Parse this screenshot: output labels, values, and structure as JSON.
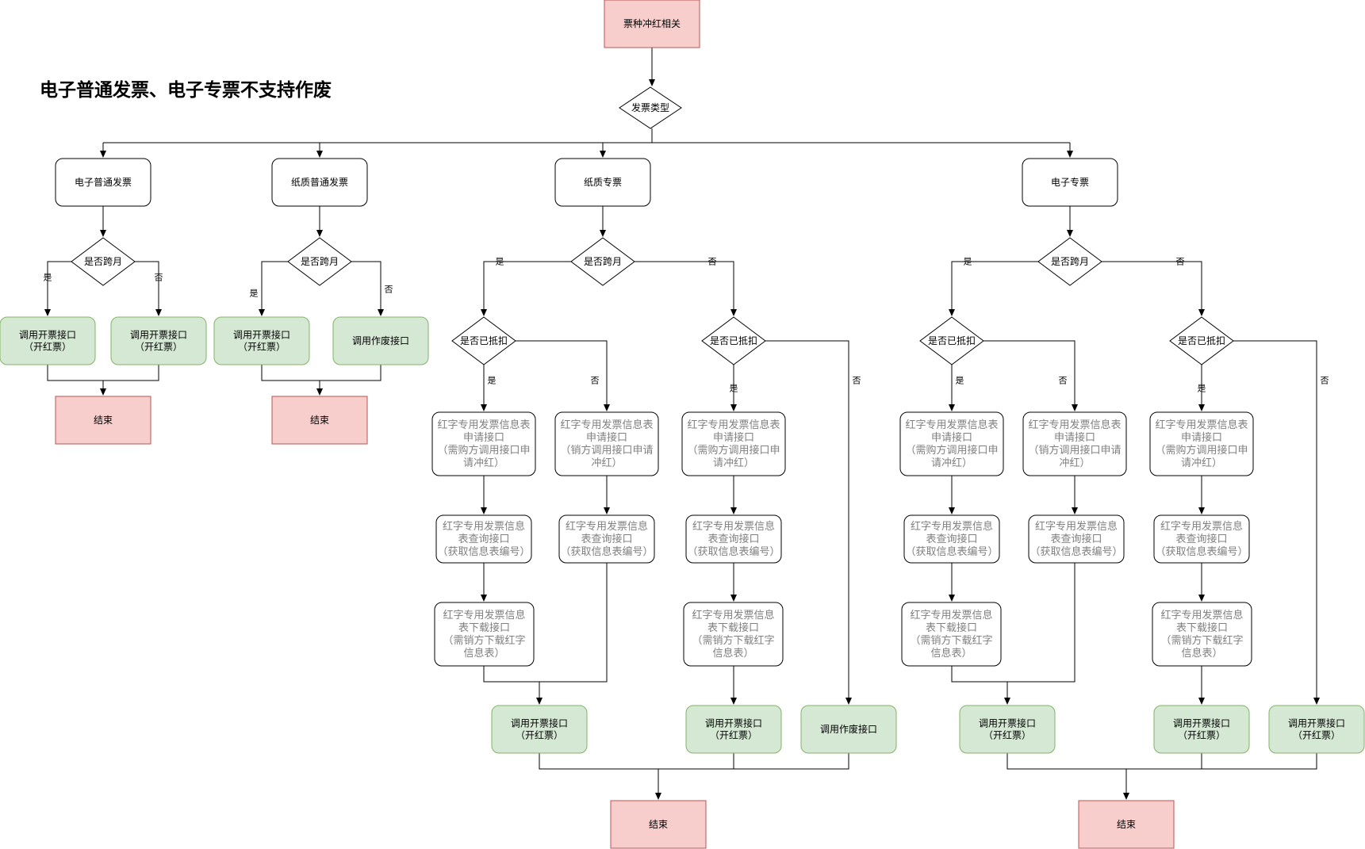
{
  "note": "电子普通发票、电子专票不支持作废",
  "colors": {
    "red_fill": "#f8cecc",
    "red_stroke": "#b85450",
    "green_fill": "#d5e8d4",
    "green_stroke": "#82b366",
    "grey_text": "#808080",
    "line": "#000000"
  },
  "nodes": [
    {
      "id": "start",
      "label": "票种冲红相关",
      "style": "red"
    },
    {
      "id": "type",
      "label": "发票类型",
      "shape": "diamond"
    },
    {
      "id": "e1",
      "label": "电子普通发票"
    },
    {
      "id": "e2",
      "label": "纸质普通发票"
    },
    {
      "id": "e3",
      "label": "纸质专票"
    },
    {
      "id": "e4",
      "label": "电子专票"
    },
    {
      "id": "d1",
      "label": "是否跨月",
      "shape": "diamond"
    },
    {
      "id": "d2",
      "label": "是否跨月",
      "shape": "diamond"
    },
    {
      "id": "d3",
      "label": "是否跨月",
      "shape": "diamond"
    },
    {
      "id": "d4",
      "label": "是否跨月",
      "shape": "diamond"
    },
    {
      "id": "g1a",
      "label": "调用开票接口\n（开红票）",
      "style": "green"
    },
    {
      "id": "g1b",
      "label": "调用开票接口\n（开红票）",
      "style": "green"
    },
    {
      "id": "g2a",
      "label": "调用开票接口\n（开红票）",
      "style": "green"
    },
    {
      "id": "g2b",
      "label": "调用作废接口",
      "style": "green"
    },
    {
      "id": "end1",
      "label": "结束",
      "style": "red"
    },
    {
      "id": "end2",
      "label": "结束",
      "style": "red"
    },
    {
      "id": "d3a",
      "label": "是否已抵扣",
      "shape": "diamond"
    },
    {
      "id": "d3b",
      "label": "是否已抵扣",
      "shape": "diamond"
    },
    {
      "id": "d4a",
      "label": "是否已抵扣",
      "shape": "diamond"
    },
    {
      "id": "d4b",
      "label": "是否已抵扣",
      "shape": "diamond"
    },
    {
      "id": "a1",
      "label": "红字专用发票信息表\n申请接口\n（需购方调用接口申\n请冲红）",
      "style": "grey"
    },
    {
      "id": "a2",
      "label": "红字专用发票信息表\n申请接口\n（销方调用接口申请\n冲红）",
      "style": "grey"
    },
    {
      "id": "a3",
      "label": "红字专用发票信息表\n申请接口\n（需购方调用接口申\n请冲红）",
      "style": "grey"
    },
    {
      "id": "a4",
      "label": "红字专用发票信息表\n申请接口\n（需购方调用接口申\n请冲红）",
      "style": "grey"
    },
    {
      "id": "a5",
      "label": "红字专用发票信息表\n申请接口\n（销方调用接口申请\n冲红）",
      "style": "grey"
    },
    {
      "id": "a6",
      "label": "红字专用发票信息表\n申请接口\n（需购方调用接口申\n请冲红）",
      "style": "grey"
    },
    {
      "id": "q1",
      "label": "红字专用发票信息\n表查询接口\n（获取信息表编号）",
      "style": "grey"
    },
    {
      "id": "q2",
      "label": "红字专用发票信息\n表查询接口\n（获取信息表编号）",
      "style": "grey"
    },
    {
      "id": "q3",
      "label": "红字专用发票信息\n表查询接口\n（获取信息表编号）",
      "style": "grey"
    },
    {
      "id": "q4",
      "label": "红字专用发票信息\n表查询接口\n（获取信息表编号）",
      "style": "grey"
    },
    {
      "id": "q5",
      "label": "红字专用发票信息\n表查询接口\n（获取信息表编号）",
      "style": "grey"
    },
    {
      "id": "q6",
      "label": "红字专用发票信息\n表查询接口\n（获取信息表编号）",
      "style": "grey"
    },
    {
      "id": "w1",
      "label": "红字专用发票信息\n表下载接口\n（需销方下载红字\n信息表）",
      "style": "grey"
    },
    {
      "id": "w2",
      "label": "红字专用发票信息\n表下载接口\n（需销方下载红字\n信息表）",
      "style": "grey"
    },
    {
      "id": "w3",
      "label": "红字专用发票信息\n表下载接口\n（需销方下载红字\n信息表）",
      "style": "grey"
    },
    {
      "id": "w4",
      "label": "红字专用发票信息\n表下载接口\n（需销方下载红字\n信息表）",
      "style": "grey"
    },
    {
      "id": "g3a",
      "label": "调用开票接口\n（开红票）",
      "style": "green"
    },
    {
      "id": "g3b",
      "label": "调用开票接口\n（开红票）",
      "style": "green"
    },
    {
      "id": "g3c",
      "label": "调用作废接口",
      "style": "green"
    },
    {
      "id": "g4a",
      "label": "调用开票接口\n（开红票）",
      "style": "green"
    },
    {
      "id": "g4b",
      "label": "调用开票接口\n（开红票）",
      "style": "green"
    },
    {
      "id": "g4c",
      "label": "调用开票接口\n（开红票）",
      "style": "green"
    },
    {
      "id": "end3",
      "label": "结束",
      "style": "red"
    },
    {
      "id": "end4",
      "label": "结束",
      "style": "red"
    }
  ],
  "edge_labels": {
    "yes": "是",
    "no": "否"
  }
}
